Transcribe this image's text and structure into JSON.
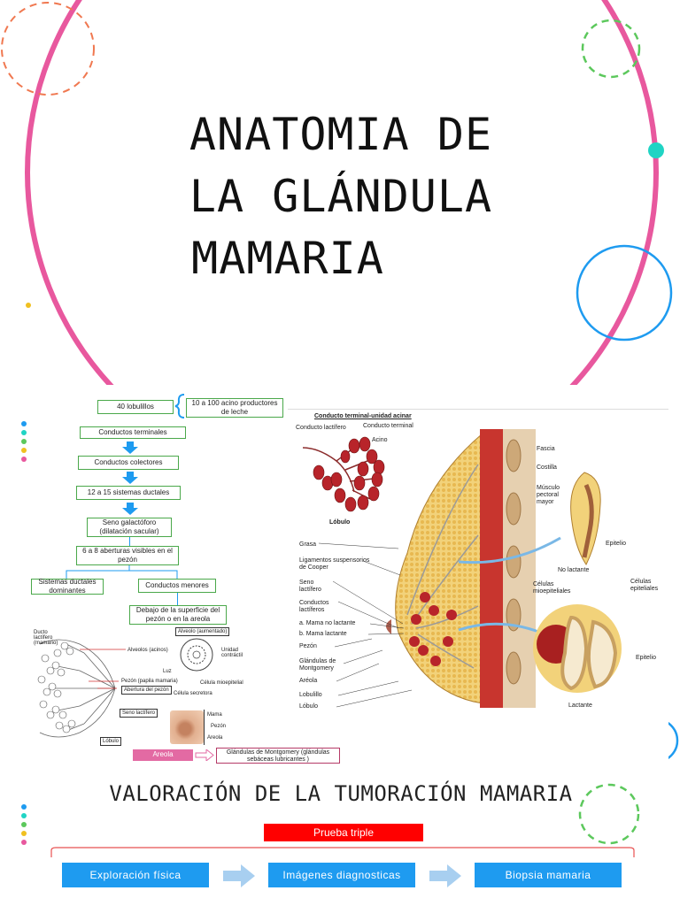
{
  "title": {
    "line1": "ANATOMIA DE",
    "line2": "LA GLÁNDULA",
    "line3": "MAMARIA"
  },
  "flowchart": {
    "lobulillos": "40 lobulillos",
    "acinos": "10 a 100 acino productores de leche",
    "steps": [
      "Conductos terminales",
      "Conductos colectores",
      "12 a 15 sistemas ductales",
      "Seno galactóforo (dilatación sacular)",
      "6 a 8 aberturas visibles en el pezón"
    ],
    "branch_left": "Sistemas ductales dominantes",
    "branch_right": "Conductos menores",
    "below": "Debajo de la superficie del pezón o en la areola"
  },
  "left_diagram": {
    "labels": {
      "ducto": "Ducto lactífero (mamario)",
      "alveolo_aum": "Alveolo (aumentado)",
      "alveolos": "Alveolos (acinos)",
      "unidad": "Unidad contráctil",
      "luz": "Luz",
      "pezon": "Pezón (papila mamaria)",
      "abertura": "Abertura del pezón",
      "celula_mio": "Célula mioepitelial",
      "celula_sec": "Célula secretora",
      "seno": "Seno lactífero",
      "lobulo": "Lóbulo"
    },
    "photo_labels": [
      "Mama",
      "Pezón",
      "Areola"
    ],
    "areola": "Areola",
    "montgomery": "Glándulas de Montgomery (glándulas sebáceas lubricantes )"
  },
  "anatomy": {
    "heading": "Conducto terminal-unidad acinar",
    "top_labels": {
      "conducto_lactifero": "Conducto lactífero",
      "conducto_terminal": "Conducto terminal",
      "acino": "Acino",
      "lobulo": "Lóbulo"
    },
    "left_labels": [
      "Grasa",
      "Ligamentos suspensorios de Cooper",
      "Seno lactífero",
      "Conductos lactíferos",
      "a. Mama no lactante",
      "b. Mama lactante",
      "Pezón",
      "Glándulas de Montgomery",
      "Aréola",
      "Lobulillo",
      "Lóbulo"
    ],
    "right_labels": {
      "fascia": "Fascia",
      "costilla": "Costilla",
      "musculo": "Músculo pectoral mayor",
      "epitelio1": "Epitelio",
      "no_lactante": "No lactante",
      "celulas_mio": "Células mioepiteliales",
      "celulas_epi": "Células epiteliales",
      "epitelio2": "Epitelio",
      "lactante": "Lactante"
    }
  },
  "section": {
    "subtitle": "VALORACIÓN DE LA TUMORACIÓN MAMARIA",
    "triple": "Prueba triple",
    "steps": [
      "Exploración física",
      "Imágenes diagnosticas",
      "Biopsia mamaria"
    ]
  },
  "colors": {
    "pink": "#e8589e",
    "blue": "#1e9bf0",
    "red": "#ff0000",
    "green_dashed": "#5cc85c",
    "orange_dashed": "#f07850",
    "teal_dot": "#20d4c4"
  }
}
